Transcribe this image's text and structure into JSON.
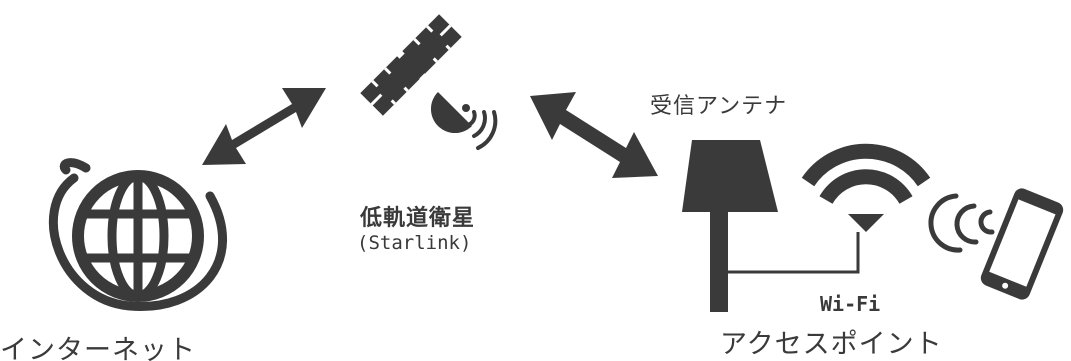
{
  "labels": {
    "internet": "インターネット",
    "satellite_name": "低軌道衛星",
    "satellite_sub": "(Starlink)",
    "antenna": "受信アンテナ",
    "wifi_top": "Wi-Fi",
    "wifi_bottom": "アクセスポイント"
  },
  "icons": {
    "globe": "globe-icon",
    "satellite": "satellite-icon",
    "antenna": "antenna-icon",
    "wifi": "wifi-icon",
    "phone": "smartphone-icon",
    "arrow_left": "double-arrow-icon",
    "arrow_right": "double-arrow-icon"
  },
  "colors": {
    "ink": "#3a3a3a",
    "background": "#ffffff"
  }
}
